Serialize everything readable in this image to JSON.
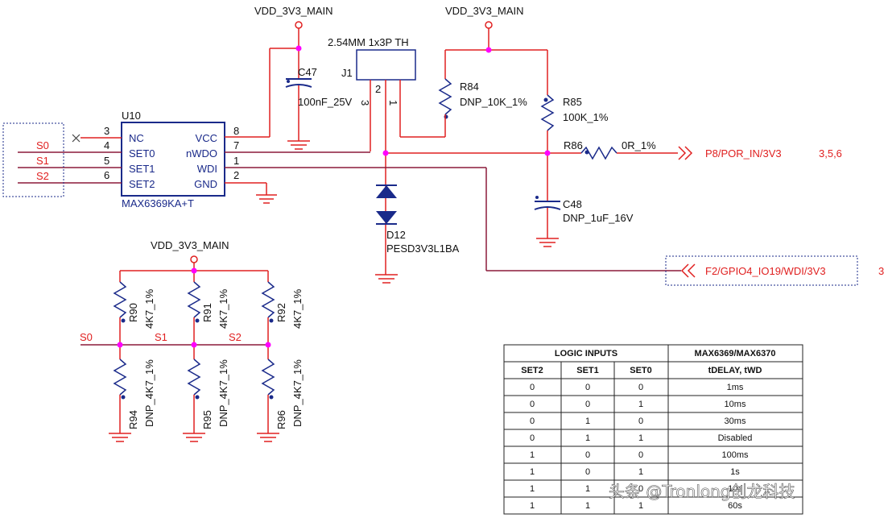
{
  "power": {
    "top_left": "VDD_3V3_MAIN",
    "top_right": "VDD_3V3_MAIN",
    "bottom": "VDD_3V3_MAIN"
  },
  "connector": {
    "ref": "J1",
    "type": "2.54MM 1x3P TH",
    "pins": [
      "3",
      "2",
      "1"
    ]
  },
  "cap_c47": {
    "ref": "C47",
    "value": "100nF_25V"
  },
  "chip": {
    "ref": "U10",
    "part": "MAX6369KA+T",
    "left_pins": [
      {
        "num": "3",
        "name": "NC"
      },
      {
        "num": "4",
        "name": "SET0"
      },
      {
        "num": "5",
        "name": "SET1"
      },
      {
        "num": "6",
        "name": "SET2"
      }
    ],
    "right_pins": [
      {
        "num": "8",
        "name": "VCC"
      },
      {
        "num": "7",
        "name": "nWDO"
      },
      {
        "num": "1",
        "name": "WDI"
      },
      {
        "num": "2",
        "name": "GND"
      }
    ]
  },
  "nets_left": [
    "S0",
    "S1",
    "S2"
  ],
  "r84": {
    "ref": "R84",
    "value": "DNP_10K_1%"
  },
  "r85": {
    "ref": "R85",
    "value": "100K_1%"
  },
  "r86": {
    "ref": "R86",
    "value": "0R_1%"
  },
  "c48": {
    "ref": "C48",
    "value": "DNP_1uF_16V"
  },
  "d12": {
    "ref": "D12",
    "value": "PESD3V3L1BA"
  },
  "out1": {
    "label": "P8/POR_IN/3V3",
    "pages": "3,5,6"
  },
  "out2": {
    "label": "F2/GPIO4_IO19/WDI/3V3",
    "pages": "3"
  },
  "pullups": [
    {
      "ref": "R90",
      "value": "4K7_1%"
    },
    {
      "ref": "R91",
      "value": "4K7_1%"
    },
    {
      "ref": "R92",
      "value": "4K7_1%"
    }
  ],
  "pulldowns": [
    {
      "ref": "R94",
      "value": "DNP_4K7_1%"
    },
    {
      "ref": "R95",
      "value": "DNP_4K7_1%"
    },
    {
      "ref": "R96",
      "value": "DNP_4K7_1%"
    }
  ],
  "bottom_nets": [
    "S0",
    "S1",
    "S2"
  ],
  "table": {
    "group1": "LOGIC INPUTS",
    "group2": "MAX6369/MAX6370",
    "headers": [
      "SET2",
      "SET1",
      "SET0",
      "tDELAY, tWD"
    ],
    "rows": [
      [
        "0",
        "0",
        "0",
        "1ms"
      ],
      [
        "0",
        "0",
        "1",
        "10ms"
      ],
      [
        "0",
        "1",
        "0",
        "30ms"
      ],
      [
        "0",
        "1",
        "1",
        "Disabled"
      ],
      [
        "1",
        "0",
        "0",
        "100ms"
      ],
      [
        "1",
        "0",
        "1",
        "1s"
      ],
      [
        "1",
        "1",
        "0",
        "10s"
      ],
      [
        "1",
        "1",
        "1",
        "60s"
      ]
    ]
  },
  "watermark": "头条 @Tronlong创龙科技",
  "colors": {
    "wire": "#e02020",
    "net": "#8b1a3a",
    "text_blue": "#1a2a8a",
    "junction": "#ff00ff"
  }
}
